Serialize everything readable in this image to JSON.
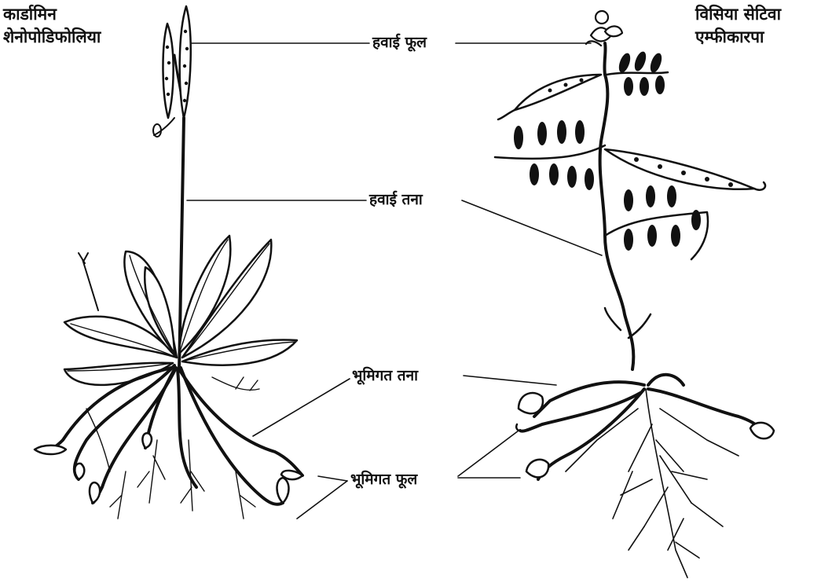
{
  "titles": {
    "left_plant": [
      "कार्डामिन",
      "शेनोपोडिफोलिया"
    ],
    "right_plant": [
      "विसिया सेटिवा",
      "एम्फीकारपा"
    ]
  },
  "labels": {
    "aerial_flower": "हवाई फूल",
    "aerial_stem": "हवाई तना",
    "underground_stem": "भूमिगत तना",
    "underground_flower": "भूमिगत फूल"
  },
  "colors": {
    "ink": "#111111",
    "paper": "#ffffff"
  }
}
